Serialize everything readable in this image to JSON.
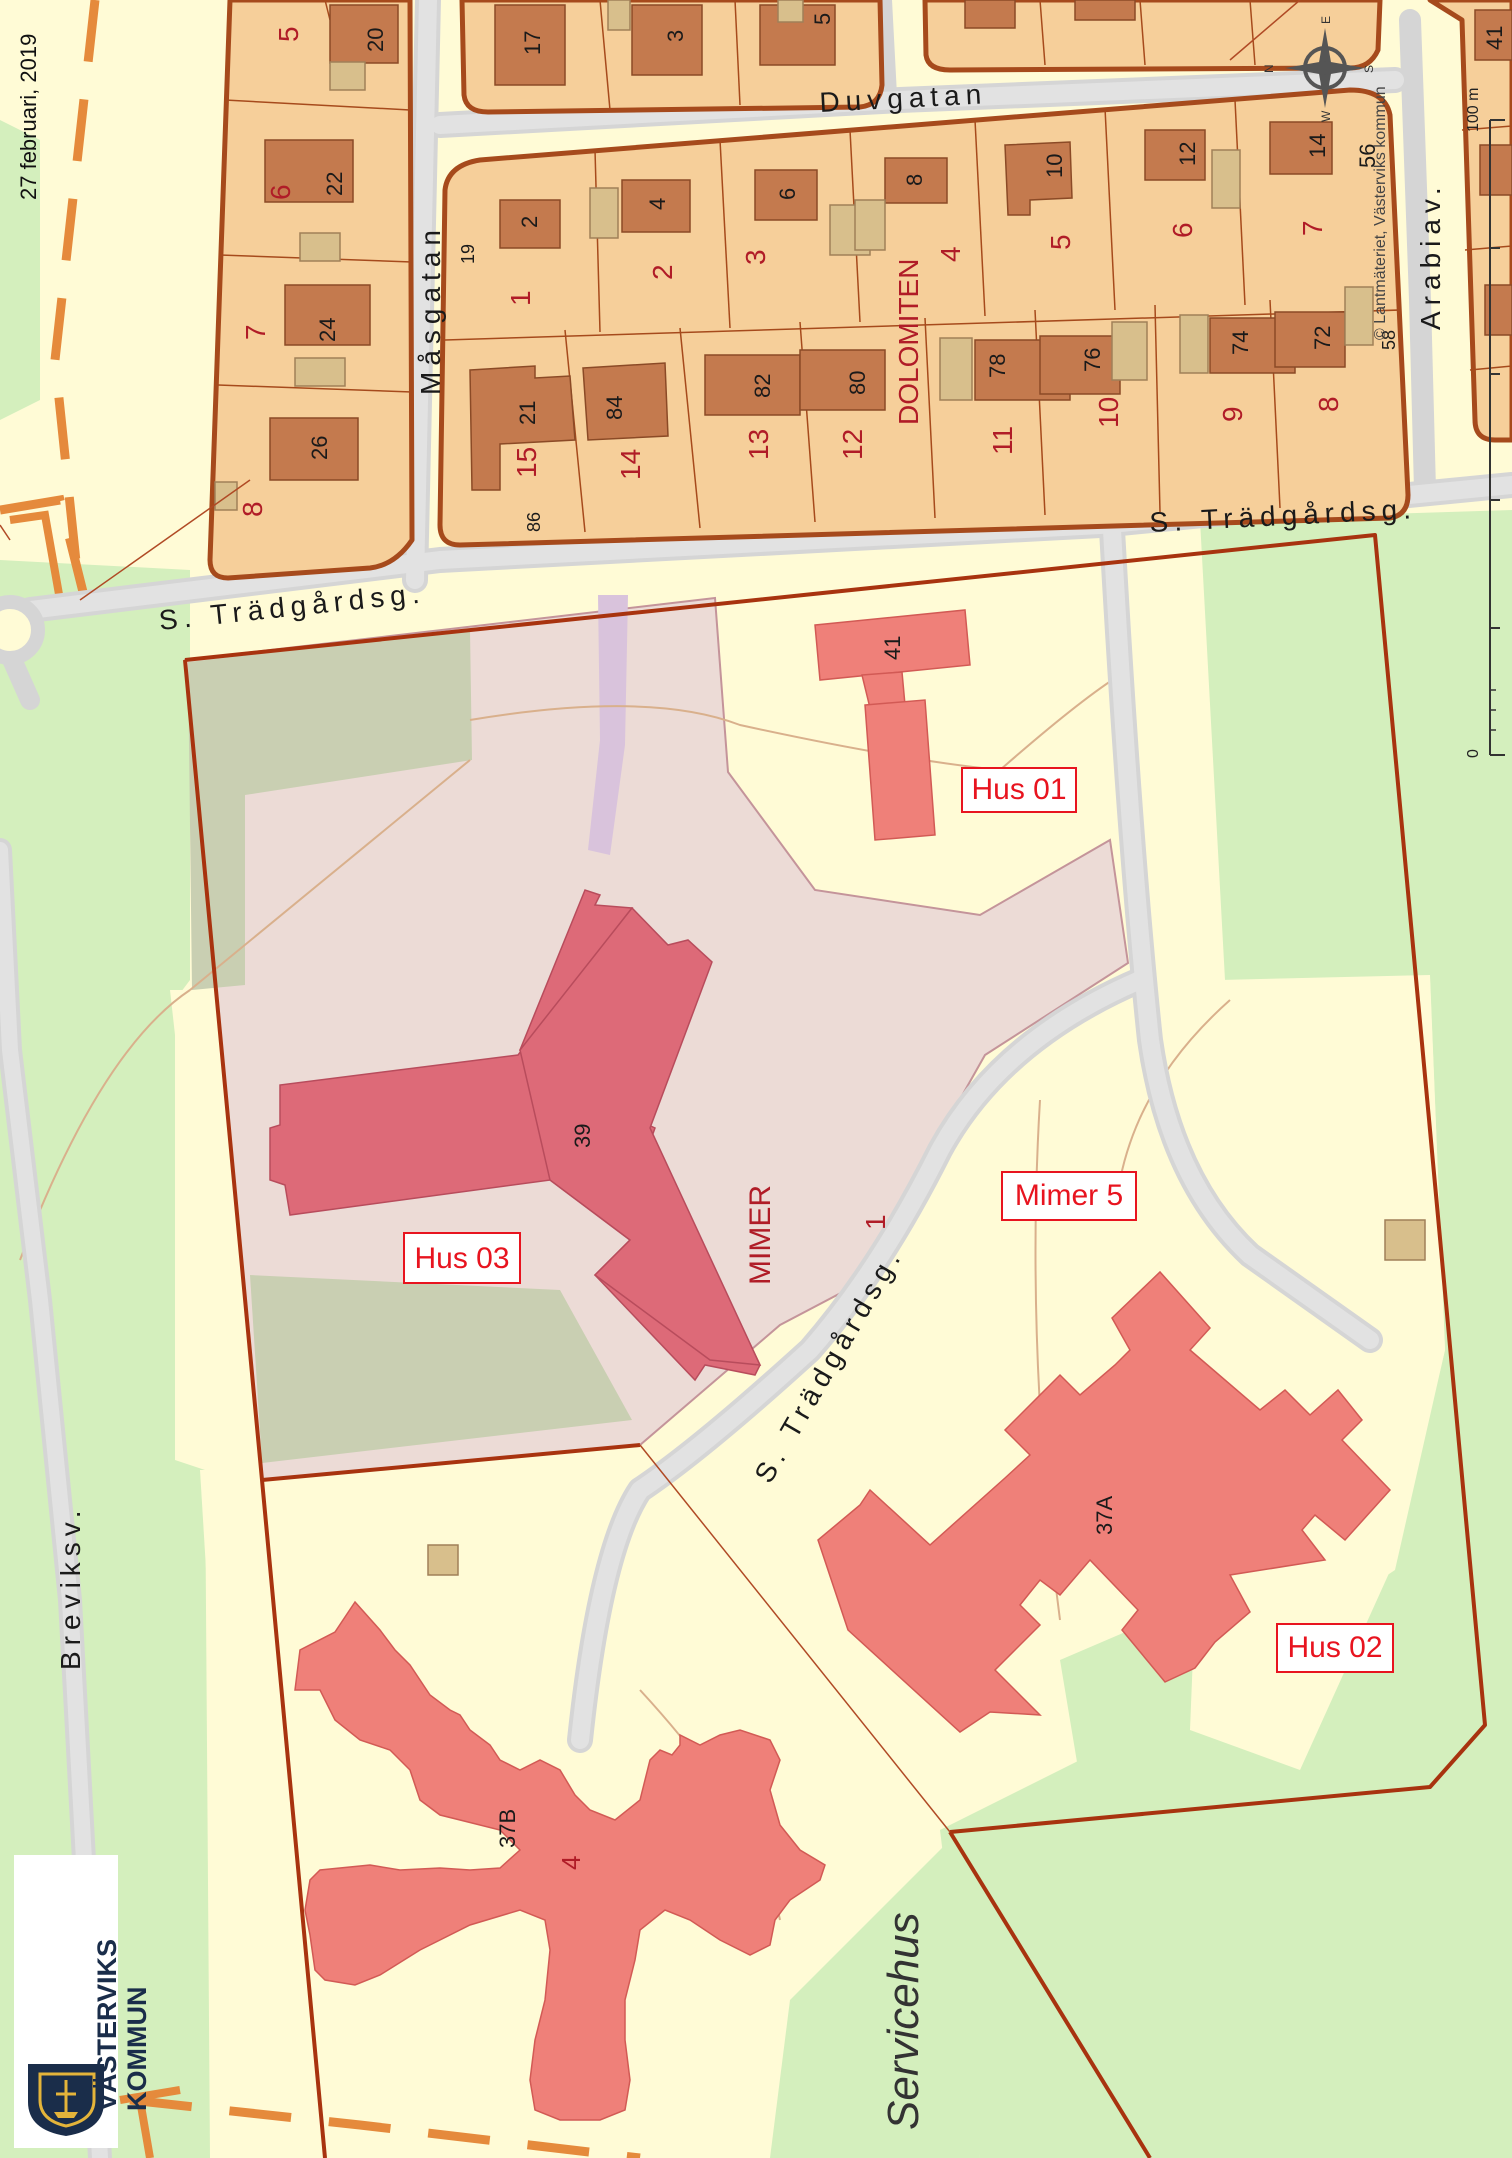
{
  "date": "27 februari, 2019",
  "credit": "© Lantmäteriet, Västerviks kommun",
  "scale": {
    "max_label": "100 m",
    "min_label": "0"
  },
  "compass": {
    "n": "N",
    "e": "E",
    "s": "S",
    "w": "W"
  },
  "logo": {
    "line1": "VÄSTERVIKS",
    "line2": "KOMMUN"
  },
  "streets": {
    "duvgatan": "Duvgatan",
    "masgatan": "Måsgatan",
    "tradgardsg_top": "S. Trädgårdsg.",
    "tradgardsg_left": "S. Trädgårdsg.",
    "tradgardsg_mid": "S. Trädgårdsg.",
    "breviksv": "Breviksv.",
    "arabia": "Arabiav."
  },
  "areas": {
    "dolomiten": "DOLOMITEN",
    "mimer": "MIMER",
    "mimer_num": "1",
    "servicehus": "Servicehus",
    "mimer4": "4"
  },
  "labels": {
    "hus01": "Hus 01",
    "hus02": "Hus 02",
    "hus03": "Hus 03",
    "mimer5": "Mimer 5"
  },
  "buildings": {
    "b41": "41",
    "b39": "39",
    "b37a": "37A",
    "b37b": "37B"
  },
  "lot_numbers": {
    "n5": "5",
    "n6": "6",
    "n7": "7",
    "n8": "8",
    "h20": "20",
    "h22": "22",
    "h24": "24",
    "h26": "26",
    "t17": "17",
    "t3": "3",
    "t5": "5",
    "t41": "41",
    "r1_2": "2",
    "r1_4": "4",
    "r1_6": "6",
    "r1_8": "8",
    "r1_10": "10",
    "r1_12": "12",
    "r1_14": "14",
    "r1_56": "56",
    "r2_1": "1",
    "r2_2": "2",
    "r2_3": "3",
    "r2_4": "4",
    "r2_5": "5",
    "r2_6": "6",
    "r2_7": "7",
    "r2_19": "19",
    "r3_21": "21",
    "r3_84": "84",
    "r3_82": "82",
    "r3_80": "80",
    "r3_78": "78",
    "r3_76": "76",
    "r3_74": "74",
    "r3_72": "72",
    "r3_58": "58",
    "r4_15": "15",
    "r4_14": "14",
    "r4_13": "13",
    "r4_12": "12",
    "r4_11": "11",
    "r4_10": "10",
    "r4_9": "9",
    "r4_8": "8",
    "r4_86": "86"
  },
  "colors": {
    "background": "#fffbd6",
    "park": "#d4efbd",
    "lot": "#f6cf9a",
    "lot_line": "#a64a1c",
    "house": "#c47a4e",
    "shed": "#d8bf8c",
    "road": "#dcdcdc",
    "path": "#e58a3c",
    "building": "#ef8079",
    "mimer_building": "#dd6a78",
    "mimer_area": "#ecdbd6",
    "label_red": "#e8141f",
    "plan_line": "#a8330f",
    "area_label": "#b01c27"
  }
}
